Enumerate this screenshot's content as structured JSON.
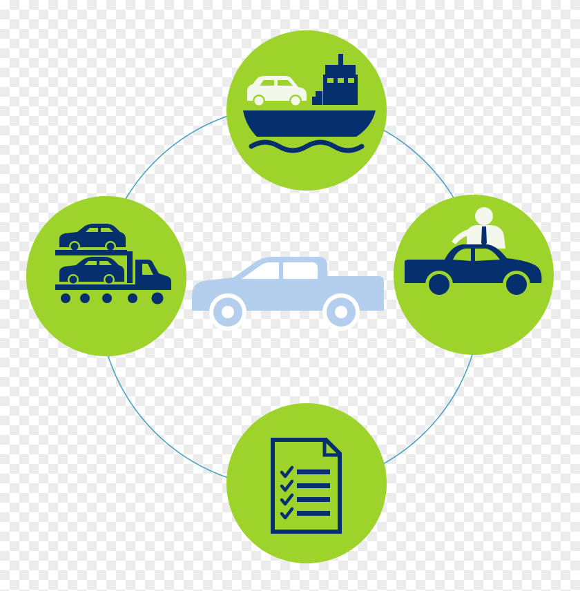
{
  "diagram": {
    "type": "circular-cycle",
    "center_icon": "pickup-truck-icon",
    "nodes": [
      {
        "position": "top",
        "icon": "cargo-ship-with-car-icon"
      },
      {
        "position": "right",
        "icon": "car-dealer-handover-icon"
      },
      {
        "position": "bottom",
        "icon": "checklist-document-icon"
      },
      {
        "position": "left",
        "icon": "car-carrier-truck-icon"
      }
    ]
  },
  "colors": {
    "node_fill": "#9dd32a",
    "icon_navy": "#062f6d",
    "icon_light": "#f4f8ec",
    "center_car": "#b4cfee",
    "ring": "#4ba3c2"
  }
}
